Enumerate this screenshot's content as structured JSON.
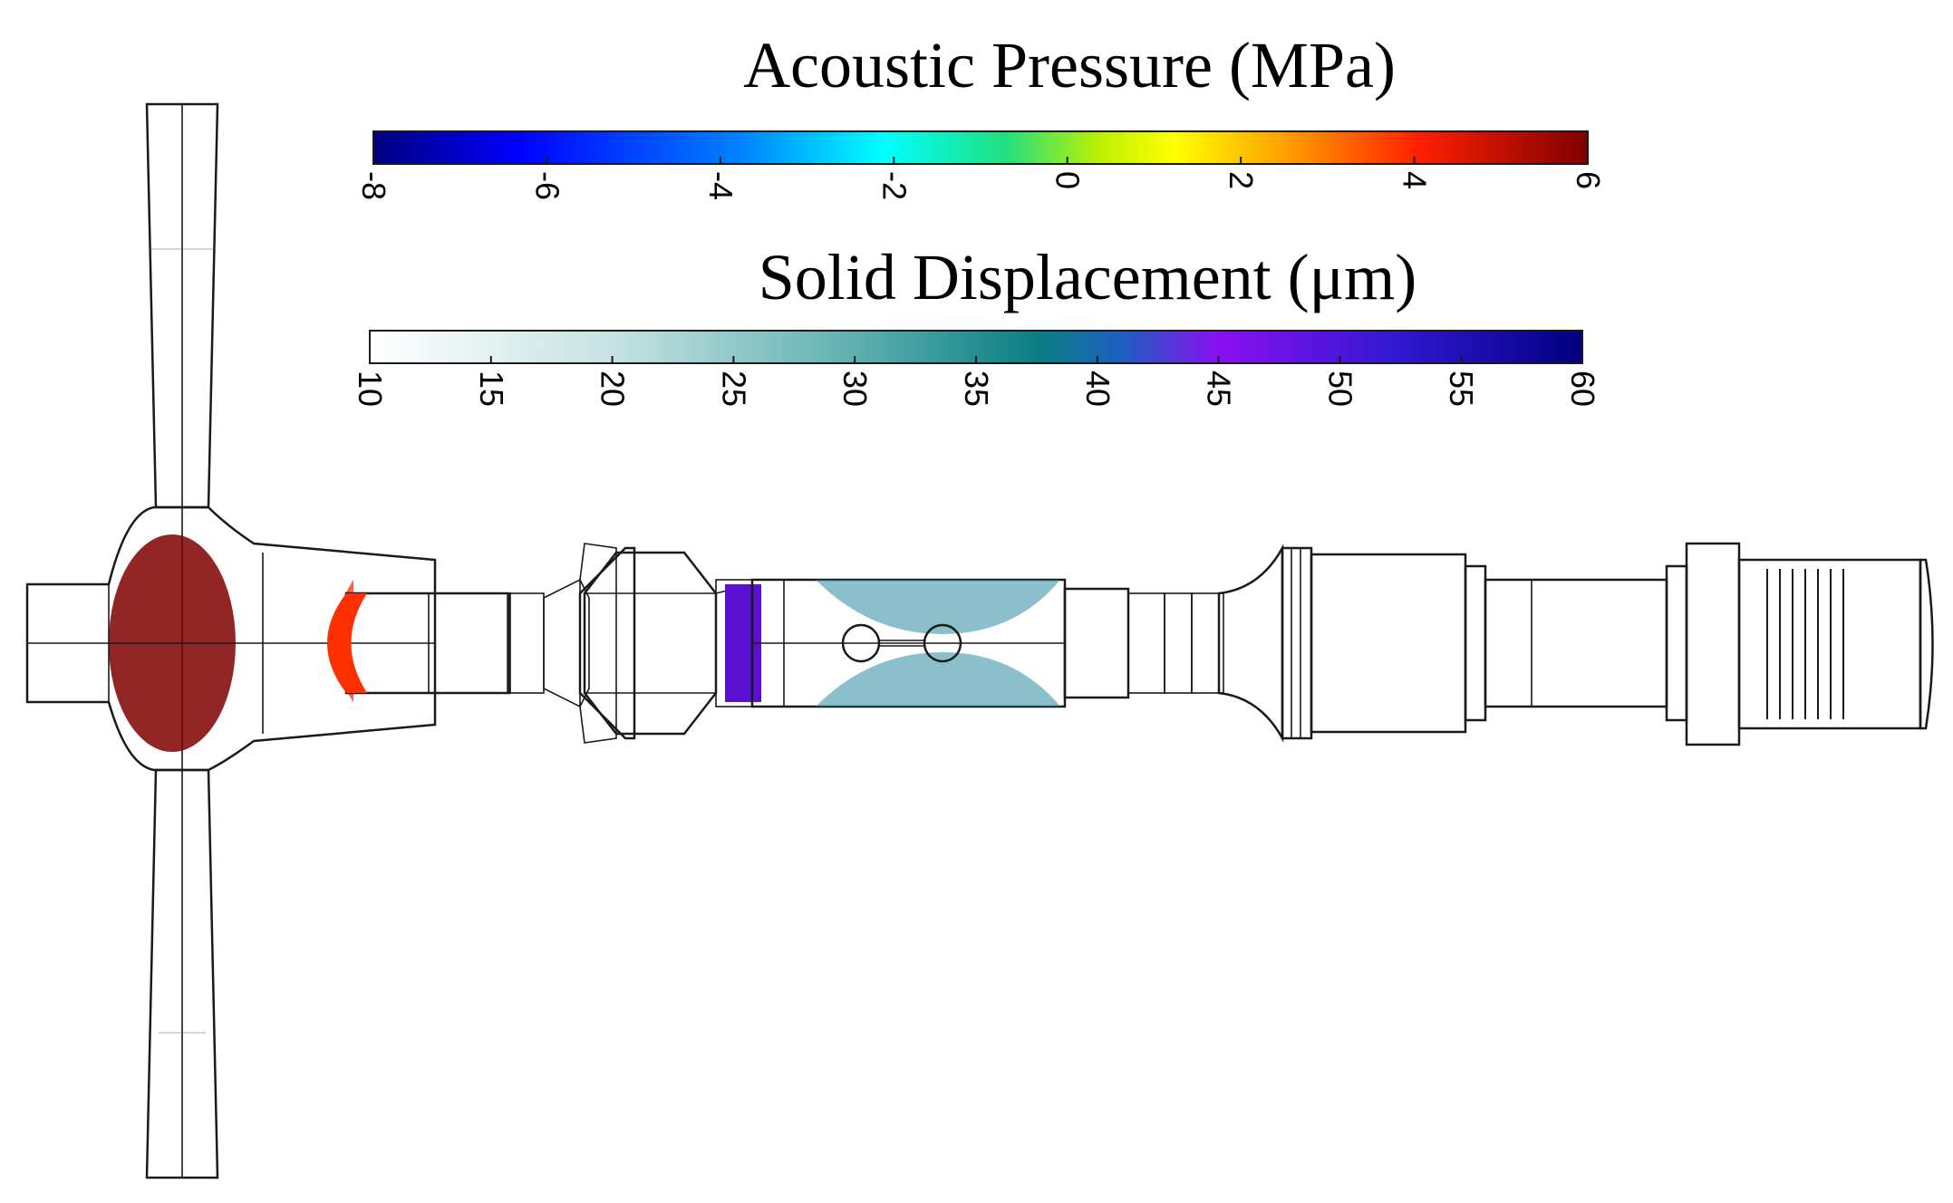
{
  "pressure_bar": {
    "title": "Acoustic Pressure (MPa)",
    "ticks": [
      "-8",
      "-6",
      "-4",
      "-2",
      "0",
      "2",
      "4",
      "6"
    ],
    "range": [
      -8,
      6
    ],
    "colormap": [
      "#00007f",
      "#0000ff",
      "#0080ff",
      "#00ffff",
      "#00e070",
      "#c8f000",
      "#ffff00",
      "#ffa000",
      "#ff3000",
      "#c00000",
      "#7f0000"
    ]
  },
  "displacement_bar": {
    "title": "Solid Displacement (μm)",
    "ticks": [
      "10",
      "15",
      "20",
      "25",
      "30",
      "35",
      "40",
      "45",
      "50",
      "55",
      "60"
    ],
    "range": [
      10,
      60
    ],
    "colormap": [
      "#ffffff",
      "#cde6e6",
      "#8ec8c8",
      "#3aa0a0",
      "#0a7f82",
      "#2a50c8",
      "#8a10f0",
      "#6a20e0",
      "#3a1ad0",
      "#1010a0",
      "#00007f"
    ]
  },
  "colors": {
    "outline": "#1a1a1a",
    "background": "#ffffff"
  }
}
